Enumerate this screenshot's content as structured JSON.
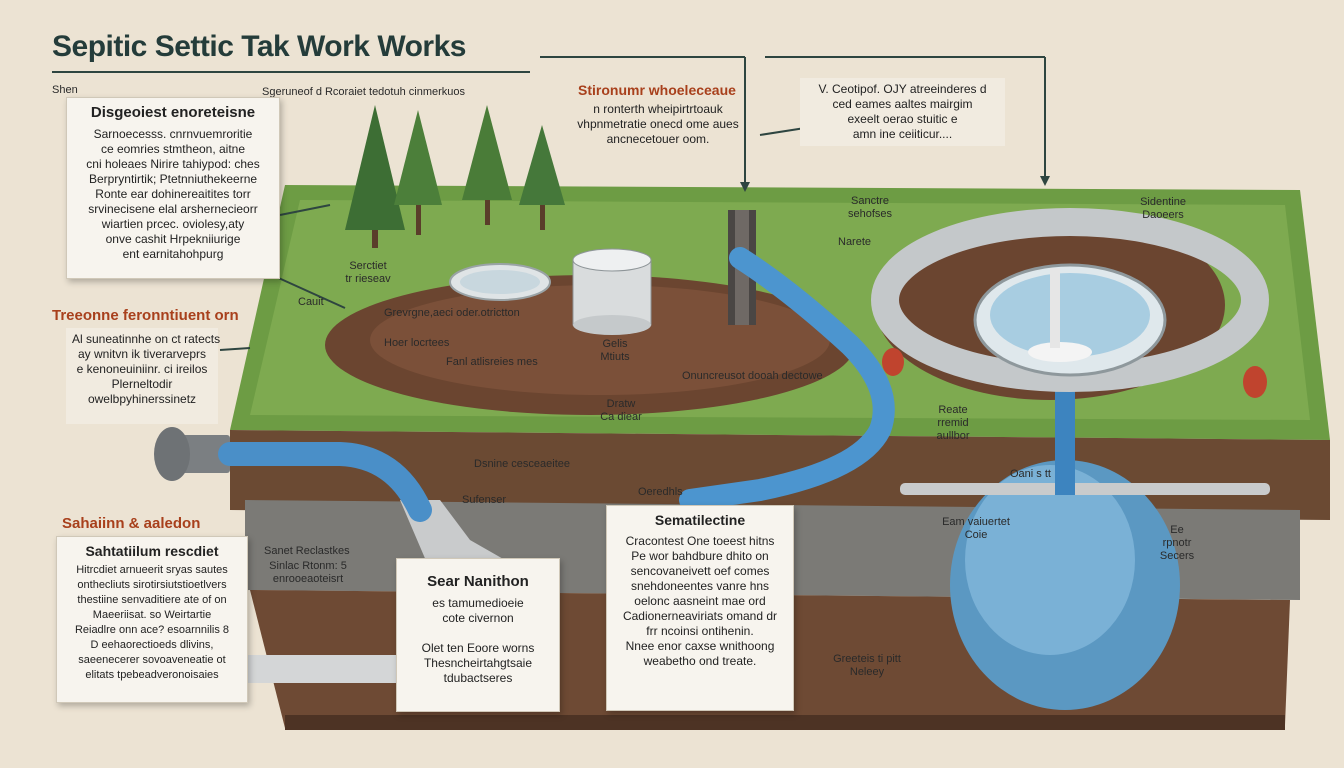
{
  "title": "Sepitic Settic Tak Work Works",
  "top_labels": {
    "shem": "Shen",
    "sub": "Sgeruneof d Rcoraiet tedotuh cinmerkuos"
  },
  "card_top_left": {
    "title": "Disgeoiest enoreteisne",
    "lines": [
      "Sarnoecesss. cnrnvuemroritie",
      "ce eomries stmtheon, aitne",
      "cni holeaes Nirire tahiypod: ches",
      "Berpryntirtik; Ptetnniuthekeerne",
      "Ronte ear dohinereaitites torr",
      "srvinecisene elal arshernecieorr",
      "wiartien prcec. oviolesy,aty",
      "onve cashit Hrpekniiurige",
      "ent earnitahohpurg"
    ]
  },
  "middle_left": {
    "heading": "Treeonne feronntiuent orn",
    "lines": [
      "Al suneatinnhe on ct ratects",
      "ay wnitvn ik tiverarveprs",
      "e kenoneuiniinr. ci ireilos",
      "Plerneltodir",
      "owelbpyhinerssinetz"
    ]
  },
  "bottom_left": {
    "heading": "Sahaiinn & aaledon",
    "title": "Sahtatiilum rescdiet",
    "lines": [
      "Hitrcdiet arnueerit sryas sautes",
      "onthecliuts sirotirsiutstioetlvers",
      "thestiine senvaditiere ate of on",
      "Maeeriisat. so Weirtartie",
      "Reiadlre onn ace? esoarnnilis 8",
      "D eehaorectioeds dlivins,",
      "saeenecerer sovoaveneatie ot",
      "elitats tpebeadveronoisaies"
    ]
  },
  "card_sear": {
    "title": "Sear Nanithon",
    "lines": [
      "es tamumedioeie",
      "cote civernon",
      "",
      "Olet ten Eoore worns",
      "Thesncheirtahgtsaie",
      "tdubactseres"
    ]
  },
  "card_right": {
    "title": "Sematilectine",
    "lines": [
      "Cracontest One toeest hitns",
      "Pe  wor bahdbure dhito on",
      "sencovaneivett oef comes",
      "snehdoneentes vanre hns",
      "oelonc aasneint mae ord",
      "Cadionerneaviriats omand dr",
      "frr ncoinsi ontihenin.",
      "Nnee enor caxse wnithoong",
      "weabetho ond treate."
    ]
  },
  "top_center": {
    "heading": "Stironumr whoeleceaue",
    "lines": [
      "n ronterth wheipirtrtoauk",
      "vhpnmetratie onecd  ome aues",
      "ancnecetouer oom."
    ]
  },
  "top_right": {
    "lines": [
      "V. Ceotipof. OJY atreeinderes d",
      "ced eames aaltes mairgim",
      "exeelt oerao stuitic e",
      "amn ine ceiiticur...."
    ]
  },
  "scene_labels": {
    "serctet": "Serctiet\ntr rieseav",
    "cauit": "Cauit",
    "grevrg": "Grevrgne,aeci oder.otrictton",
    "hoer": "Hoer locrtees",
    "fanl": "Fanl atlisreies mes",
    "gelis": "Gelis\nMtiuts",
    "sanctre": "Sanctre\nsehofses",
    "narete": "Narete",
    "onuncreu": "Onuncreusot dooah dectowe",
    "sidentine": "Sidentine\nDaoeers",
    "dsnine": "Dsnine cesceaeitee",
    "sufenser": "Sufenser",
    "dratw": "Dratw\nCa diear",
    "oeredhls": "Oeredhls",
    "reate": "Reate\nrremid\naullbor",
    "oani": "Oani s tt",
    "eam": "Eam vaiuertet\nCoie",
    "ee": "Ee\nrpnotr\nSecers",
    "sanet": "Sanet Reclastkes",
    "sinlac": "Sinlac Rtonm: 5\nenrooeaoteisrt",
    "greeteis": "Greeteis ti pitt\nNeleey"
  }
}
